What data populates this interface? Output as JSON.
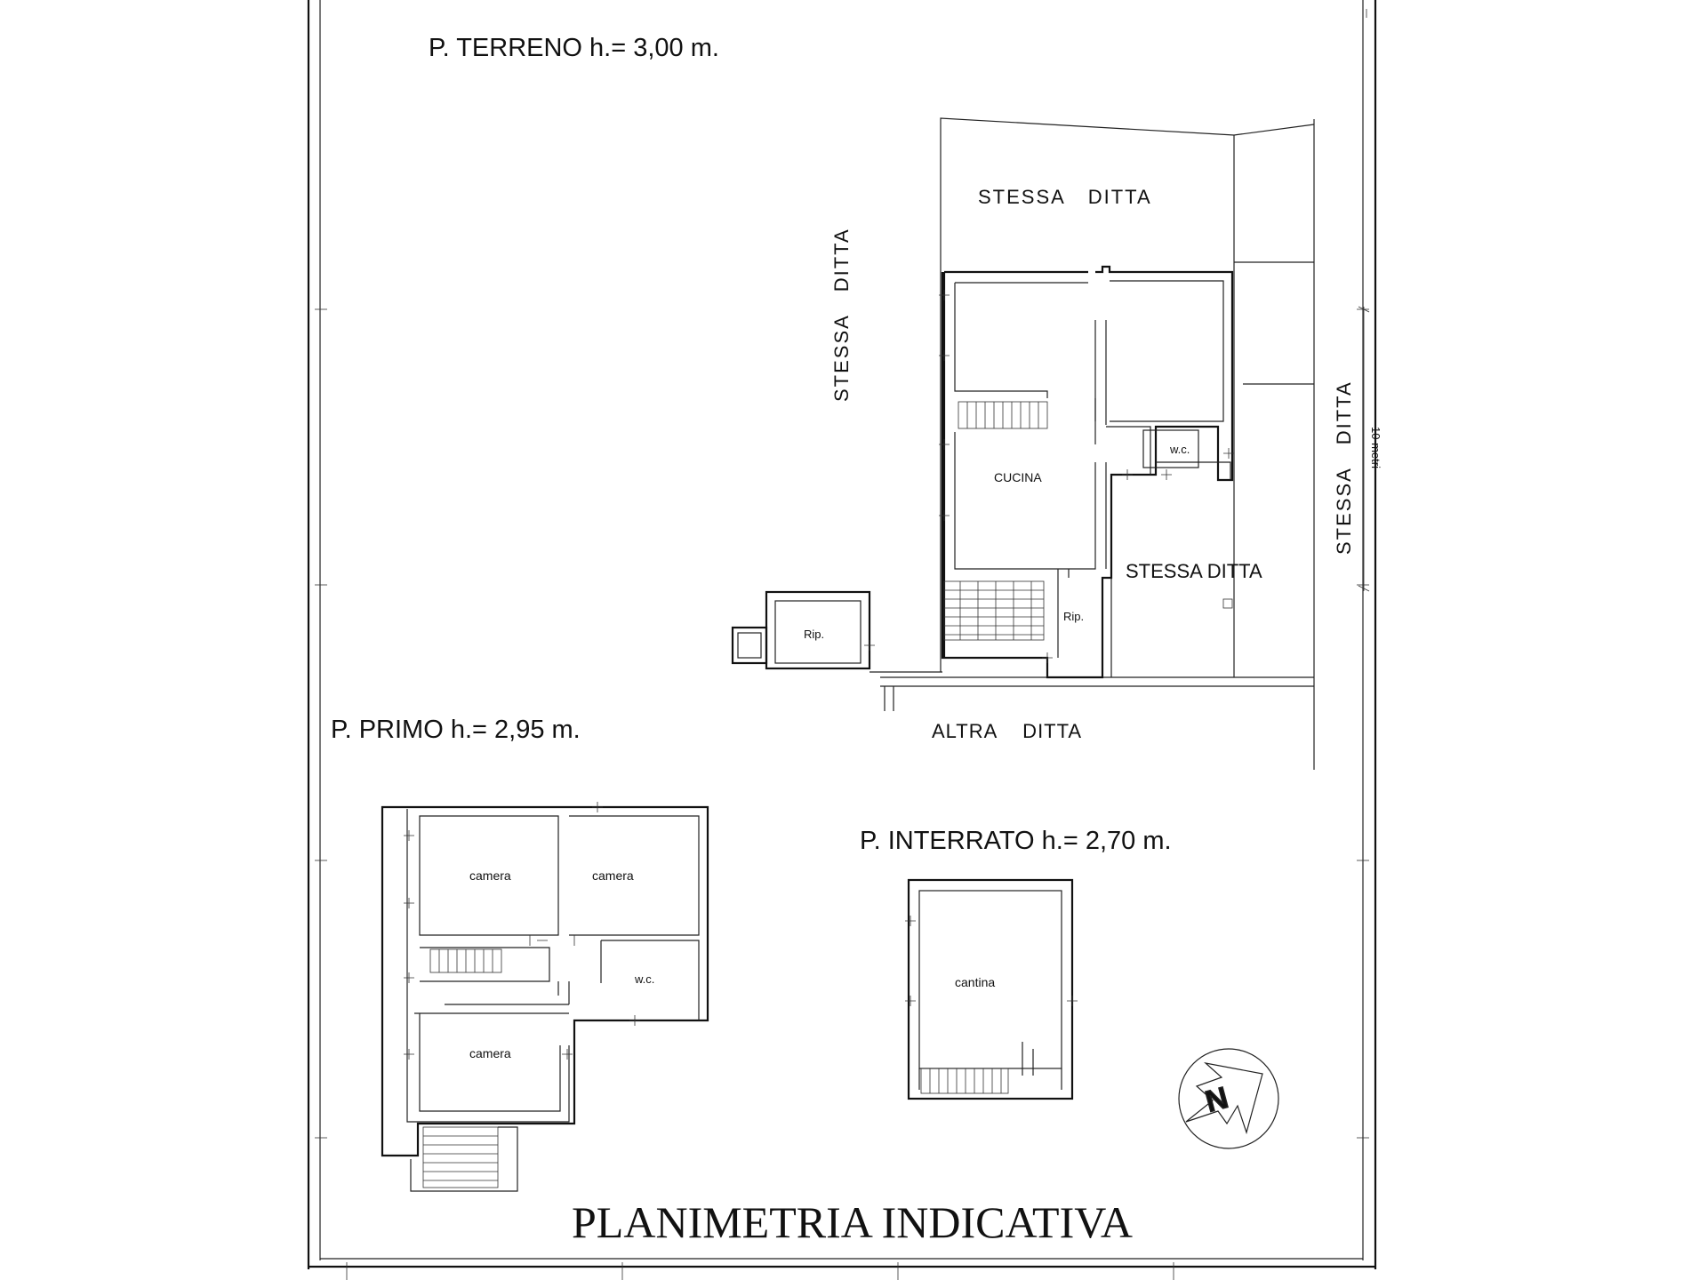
{
  "title": "PLANIMETRIA INDICATIVA",
  "floors": {
    "ground": {
      "heading": "P. TERRENO h.= 3,00 m.",
      "rooms": {
        "kitchen": "CUCINA",
        "wc": "w.c.",
        "storage_left": "Rip.",
        "storage_right": "Rip."
      },
      "neighbors": {
        "top": "STESSA DITTA",
        "left_vertical": "STESSA DITTA",
        "right_inner": "STESSA DITTA",
        "right_vertical": "STESSA DITTA",
        "bottom": "ALTRA DITTA"
      }
    },
    "first": {
      "heading": "P. PRIMO h.= 2,95 m.",
      "rooms": {
        "camera_1": "camera",
        "camera_2": "camera",
        "camera_3": "camera",
        "wc": "w.c."
      }
    },
    "basement": {
      "heading": "P. INTERRATO h.= 2,70 m.",
      "rooms": {
        "cellar": "cantina"
      }
    }
  },
  "scale_note": "10 metri",
  "north_arrow": {
    "letter": "N",
    "icon": "north-arrow-icon"
  }
}
